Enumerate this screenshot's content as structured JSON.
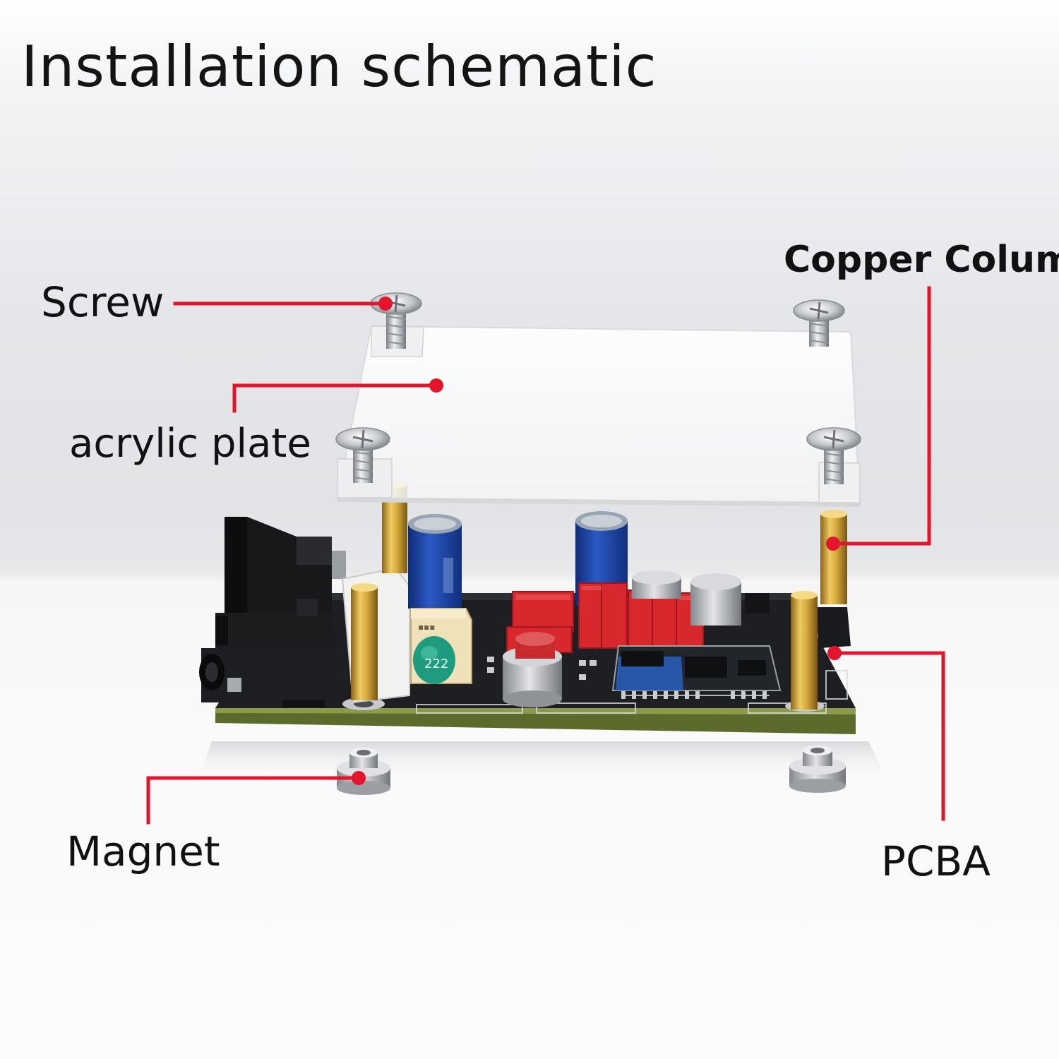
{
  "title": "Installation schematic",
  "labels": {
    "screw": "Screw",
    "acrylic_plate": "acrylic plate",
    "copper_column": "Copper Column",
    "magnet": "Magnet",
    "pcba": "PCBA"
  },
  "components": {
    "capacitor_marking": "222"
  },
  "colors": {
    "leader_line": "#e3142b",
    "pcb": "#1d1f22",
    "acrylic": "#ffffff",
    "brass": "#c9a23a",
    "red_capacitor": "#d8272d",
    "blue_capacitor": "#1b3f9b"
  }
}
